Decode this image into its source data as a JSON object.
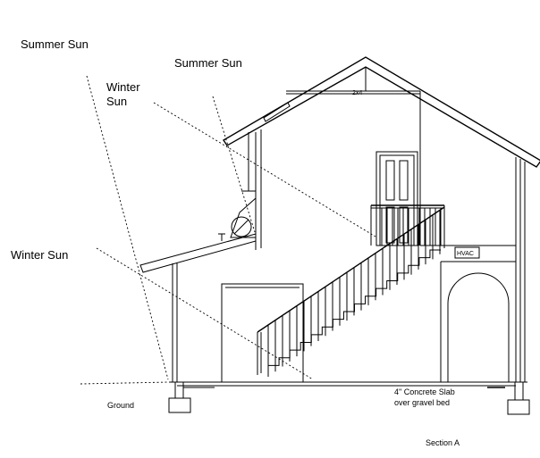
{
  "labels": {
    "summer_sun_upper": "Summer Sun",
    "summer_sun_lower": "Summer Sun",
    "winter_sun_upper_line1": "Winter",
    "winter_sun_upper_line2": "Sun",
    "winter_sun_lower": "Winter Sun",
    "ground": "Ground",
    "slab_line1": "4\" Concrete Slab",
    "slab_line2": "over gravel bed",
    "section": "Section A",
    "hvac": "HVAC",
    "beam": "2x4"
  }
}
